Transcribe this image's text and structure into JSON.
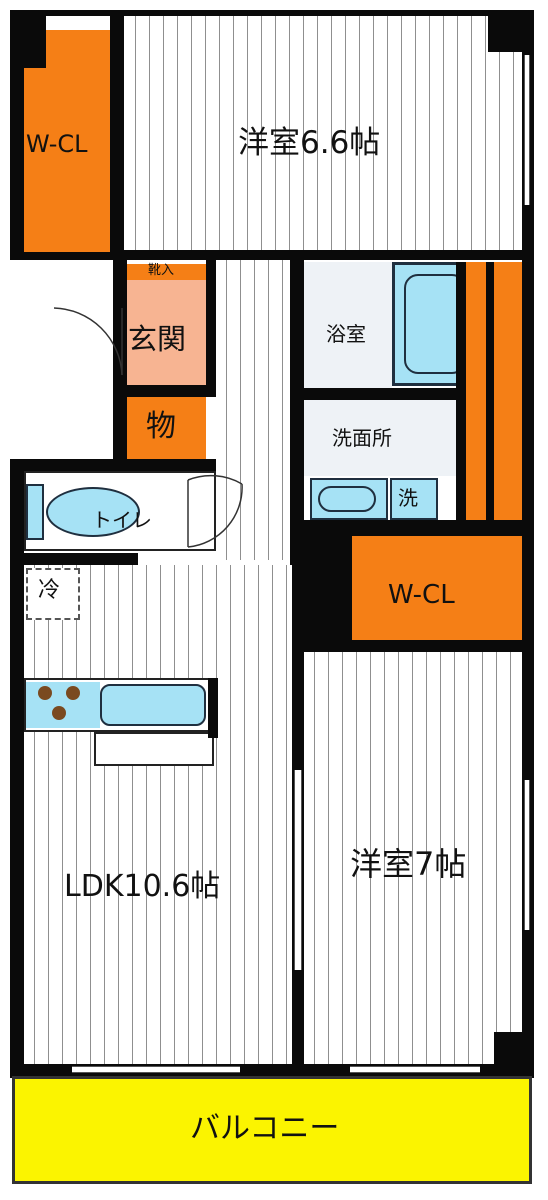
{
  "rooms": {
    "western_room_1": "洋室6.6帖",
    "western_room_2": "洋室7帖",
    "ldk": "LDK10.6帖",
    "walk_in_closet_1": "W-CL",
    "walk_in_closet_2": "W-CL",
    "storage": "物",
    "entrance": "玄関",
    "shoe_storage": "靴入",
    "bathroom": "浴室",
    "washroom": "洗面所",
    "washer": "洗",
    "toilet": "トイレ",
    "fridge": "冷",
    "balcony": "バルコニー"
  },
  "colors": {
    "closet": "#f57f16",
    "entrance": "#f7b492",
    "balcony": "#fbf400",
    "fixture": "#a6e2f5",
    "wall": "#0a0a0a",
    "stove_burner": "#7a4a20"
  }
}
